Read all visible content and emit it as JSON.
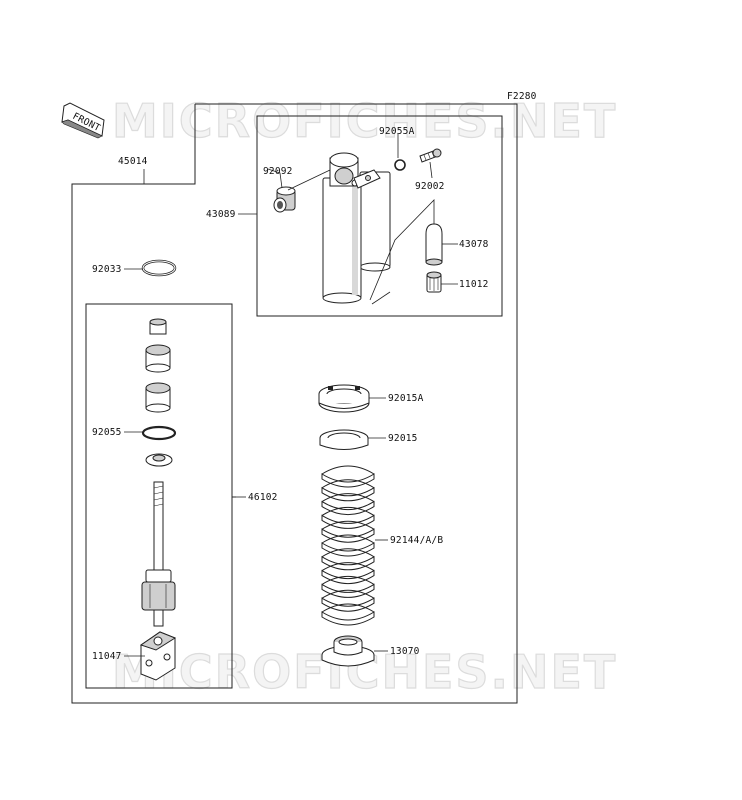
{
  "figure_code": "F2280",
  "watermark": "MICROFICHES.NET",
  "front_arrow_label": "FRONT",
  "parts": {
    "p45014": "45014",
    "p43089": "43089",
    "p92055A": "92055A",
    "p92092": "92092",
    "p92002": "92002",
    "p43078": "43078",
    "p11012": "11012",
    "p92033": "92033",
    "p92055": "92055",
    "p46102": "46102",
    "p11047": "11047",
    "p92015A": "92015A",
    "p92015": "92015",
    "p92144": "92144/A/B",
    "p13070": "13070"
  }
}
